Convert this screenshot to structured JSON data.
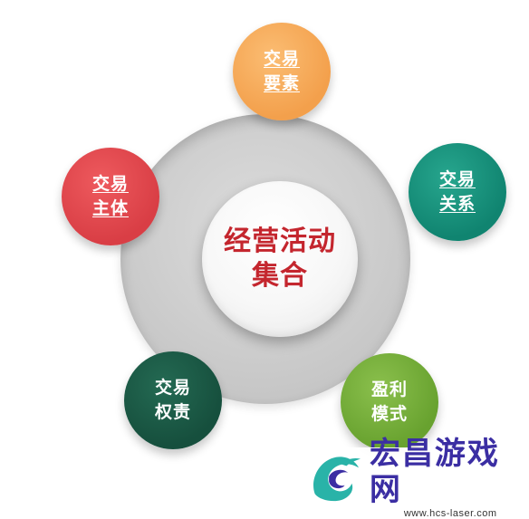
{
  "center": {
    "line1": "经营活动",
    "line2": "集合"
  },
  "nodes": {
    "top": {
      "line1": "交易",
      "line2": "要素",
      "color": "#f3a04c"
    },
    "right": {
      "line1": "交易",
      "line2": "关系",
      "color": "#108470"
    },
    "left": {
      "line1": "交易",
      "line2": "主体",
      "color": "#d93e45"
    },
    "bottom_left": {
      "line1": "交易",
      "line2": "权责",
      "color": "#164f3d"
    },
    "bottom_right": {
      "line1": "盈利",
      "line2": "模式",
      "color": "#68a22f"
    }
  },
  "watermark": {
    "name": "宏昌游戏网",
    "url": "www.hcs-laser.com",
    "icon": "dragon-logo-icon"
  },
  "colors": {
    "ring": "#cfcfcf",
    "center_text": "#c4262e",
    "watermark_text": "#3b2ea3"
  }
}
